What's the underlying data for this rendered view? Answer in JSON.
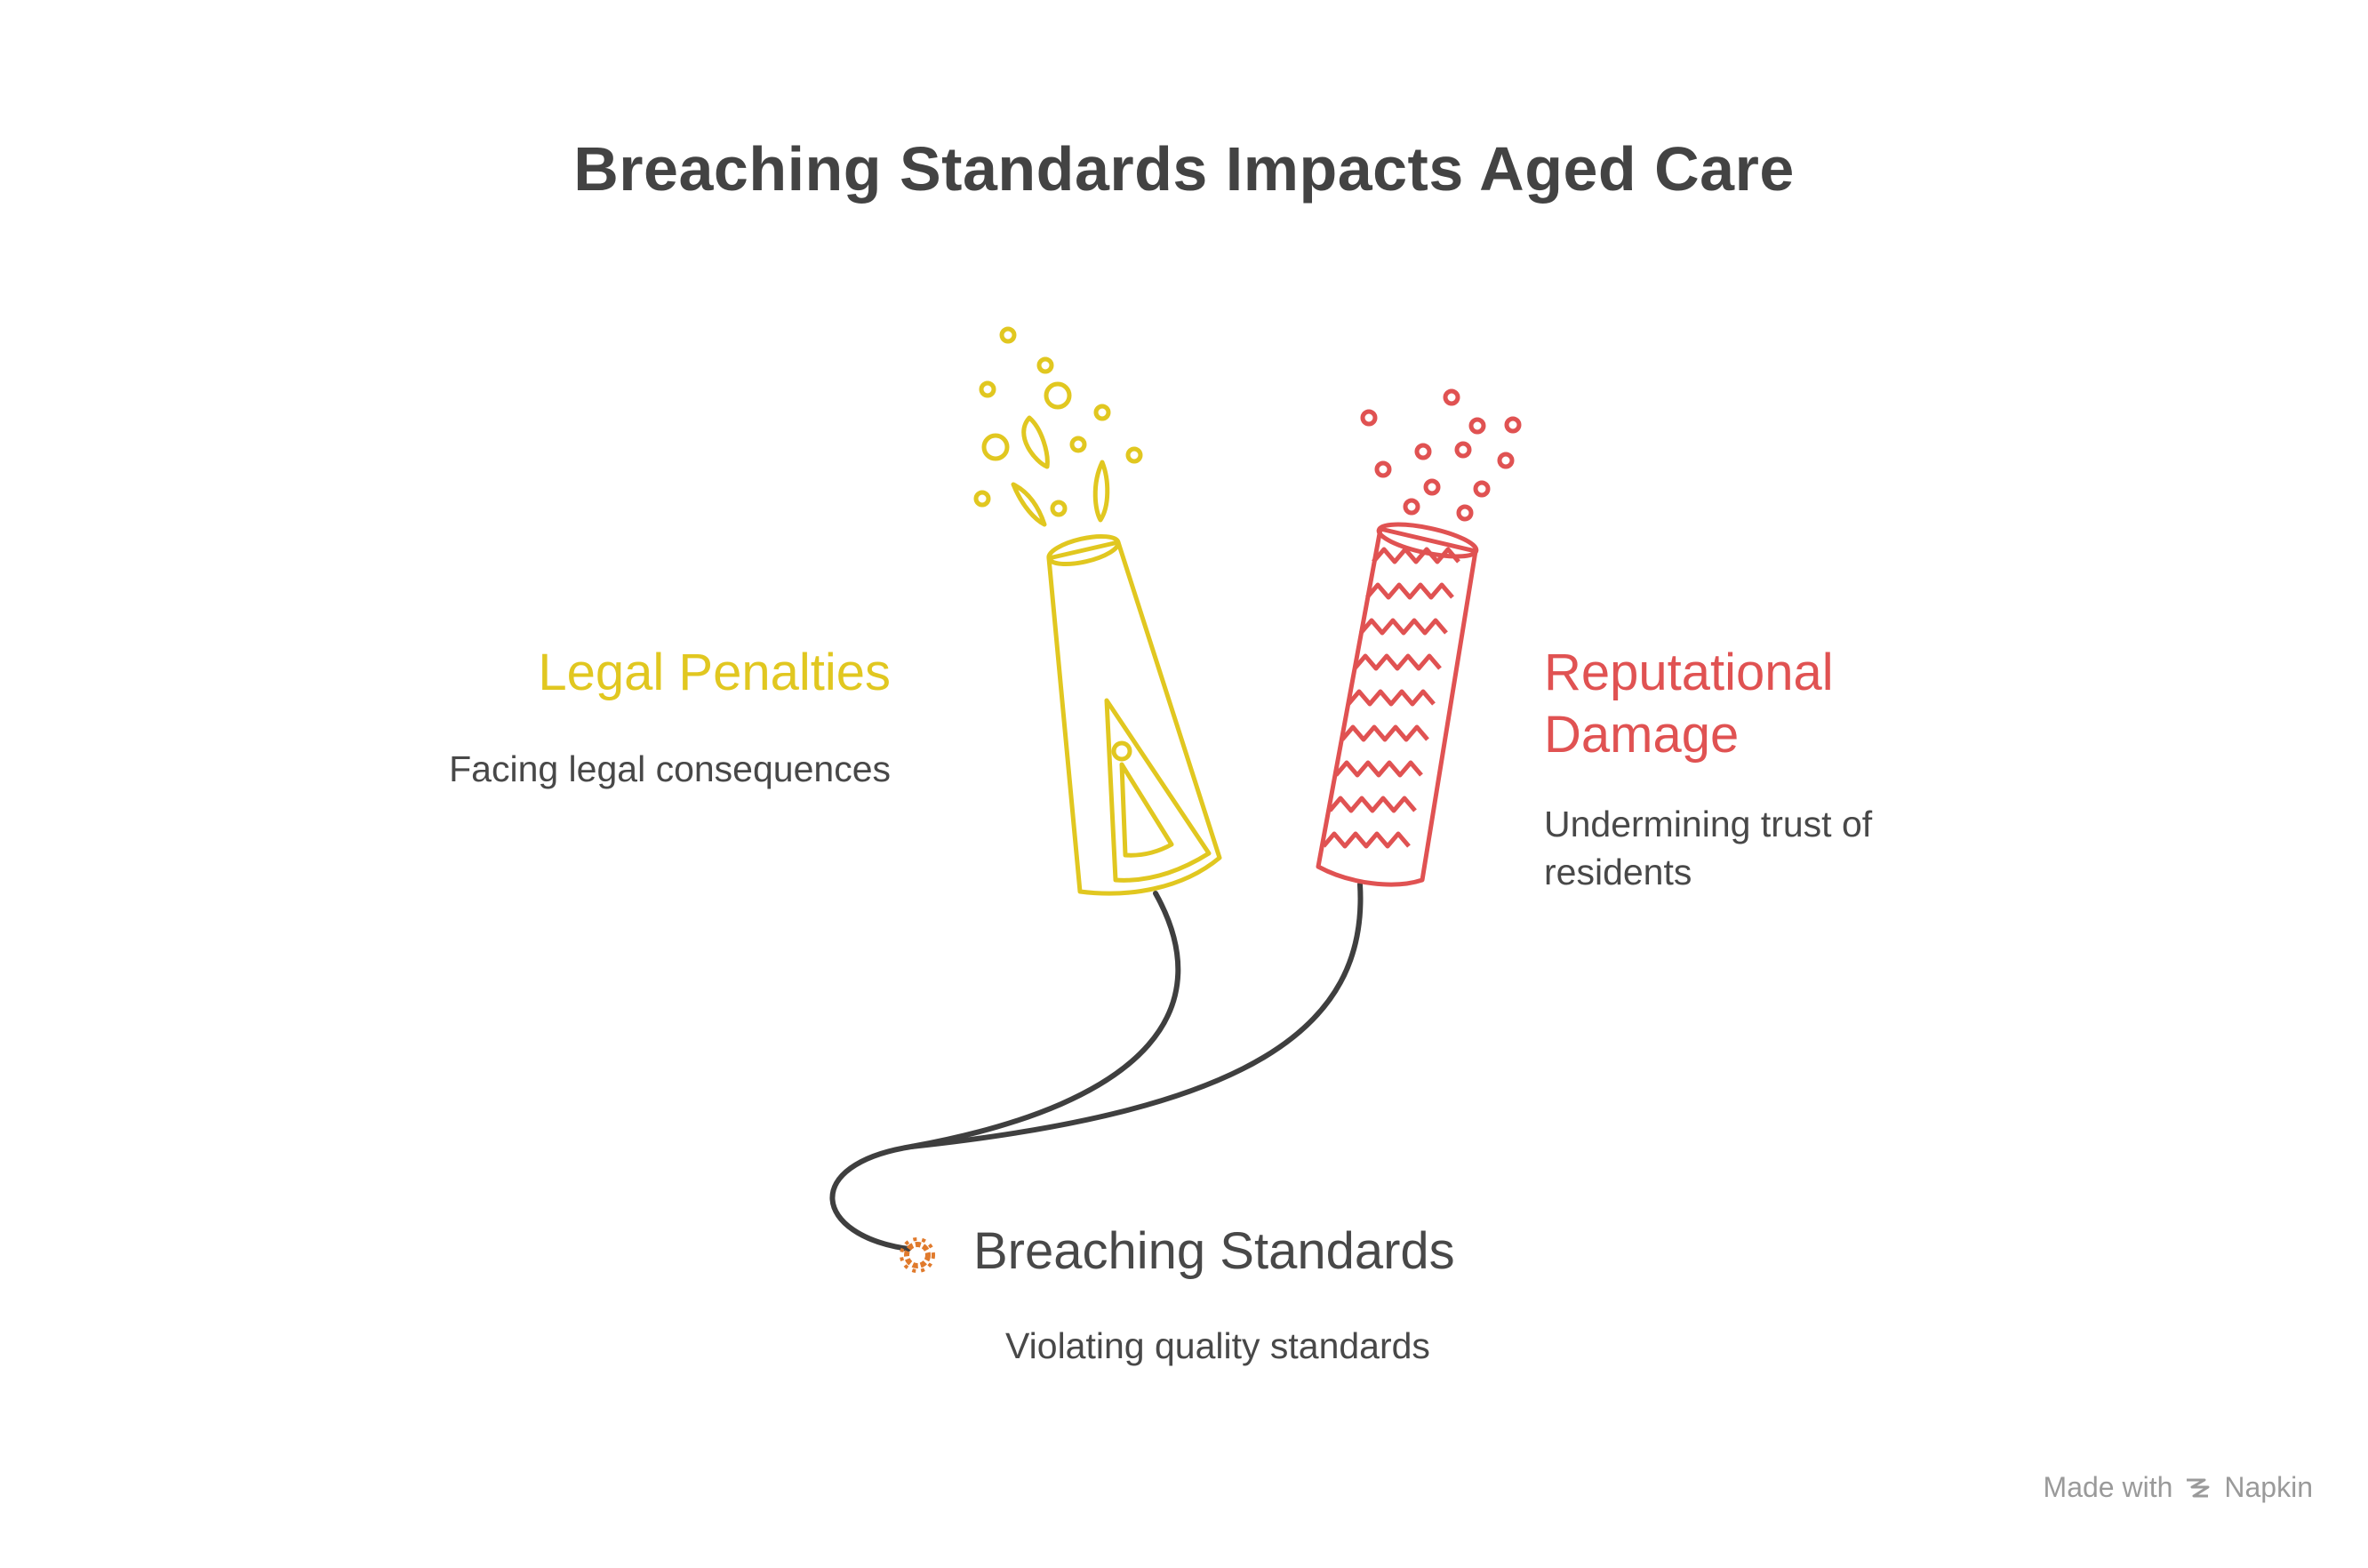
{
  "title": "Breaching Standards Impacts Aged Care",
  "nodes": {
    "legal": {
      "title": "Legal Penalties",
      "description": "Facing legal consequences",
      "color": "#e1c720"
    },
    "reputational": {
      "title_line1": "Reputational",
      "title_line2": "Damage",
      "description_line1": "Undermining trust of",
      "description_line2": "residents",
      "color": "#e05252"
    },
    "breaching": {
      "title": "Breaching Standards",
      "description": "Violating quality standards",
      "color": "#e07a2c"
    }
  },
  "icons": {
    "legal": "party-popper-cone-icon",
    "reputational": "firecracker-tube-icon",
    "breaching": "fuse-spark-icon"
  },
  "watermark": {
    "prefix": "Made with",
    "brand": "Napkin"
  }
}
